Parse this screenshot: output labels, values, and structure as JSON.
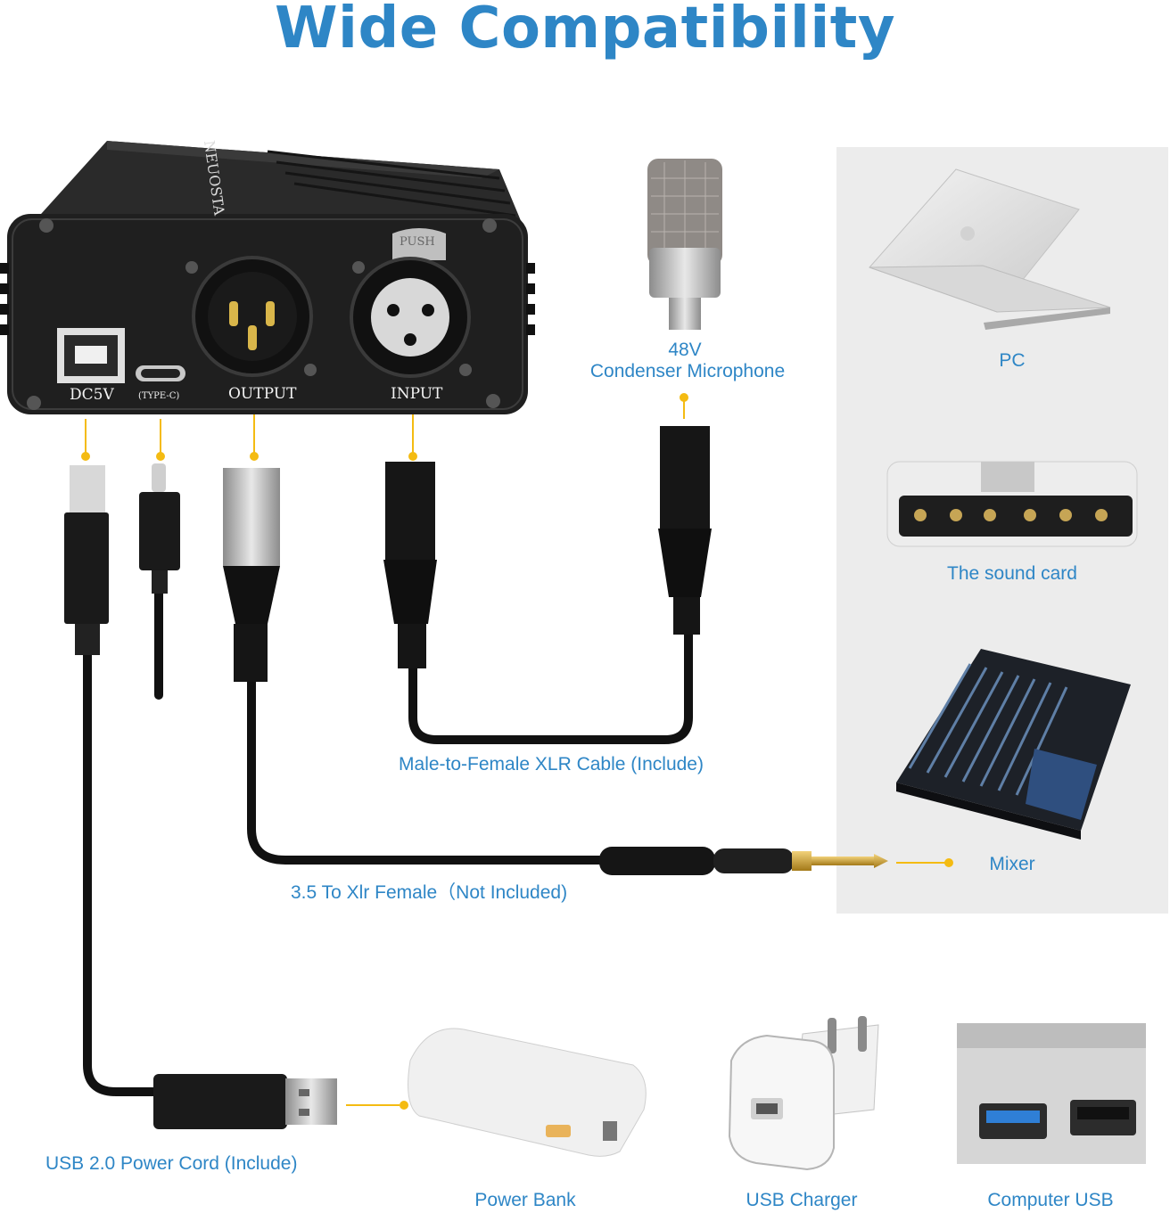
{
  "title": "Wide Compatibility",
  "colors": {
    "accent": "#2e86c6",
    "dot": "#f4bb12",
    "device_body": "#1f1f1f",
    "panel": "#ececec",
    "plug_gold": "#c79a2a"
  },
  "device": {
    "brand": "NEUOSTA",
    "ports": {
      "dc5v": "DC5V",
      "type_c": "(TYPE-C)",
      "output": "OUTPUT",
      "input": "INPUT",
      "push": "PUSH"
    }
  },
  "labels": {
    "microphone_line1": "48V",
    "microphone_line2": "Condenser Microphone",
    "xlr_cable": "Male-to-Female XLR Cable (Include)",
    "cable_35": "3.5 To Xlr Female（Not Included)",
    "usb_cord": "USB 2.0 Power Cord (Include)",
    "pc": "PC",
    "sound_card": "The sound card",
    "mixer": "Mixer",
    "power_bank": "Power Bank",
    "usb_charger": "USB Charger",
    "computer_usb": "Computer USB"
  },
  "icons": [
    "phantom-power-device-icon",
    "condenser-microphone-icon",
    "laptop-icon",
    "sound-card-icon",
    "mixer-icon",
    "power-bank-icon",
    "usb-charger-icon",
    "computer-usb-port-icon",
    "usb-plug-icon",
    "jack-plug-icon"
  ]
}
